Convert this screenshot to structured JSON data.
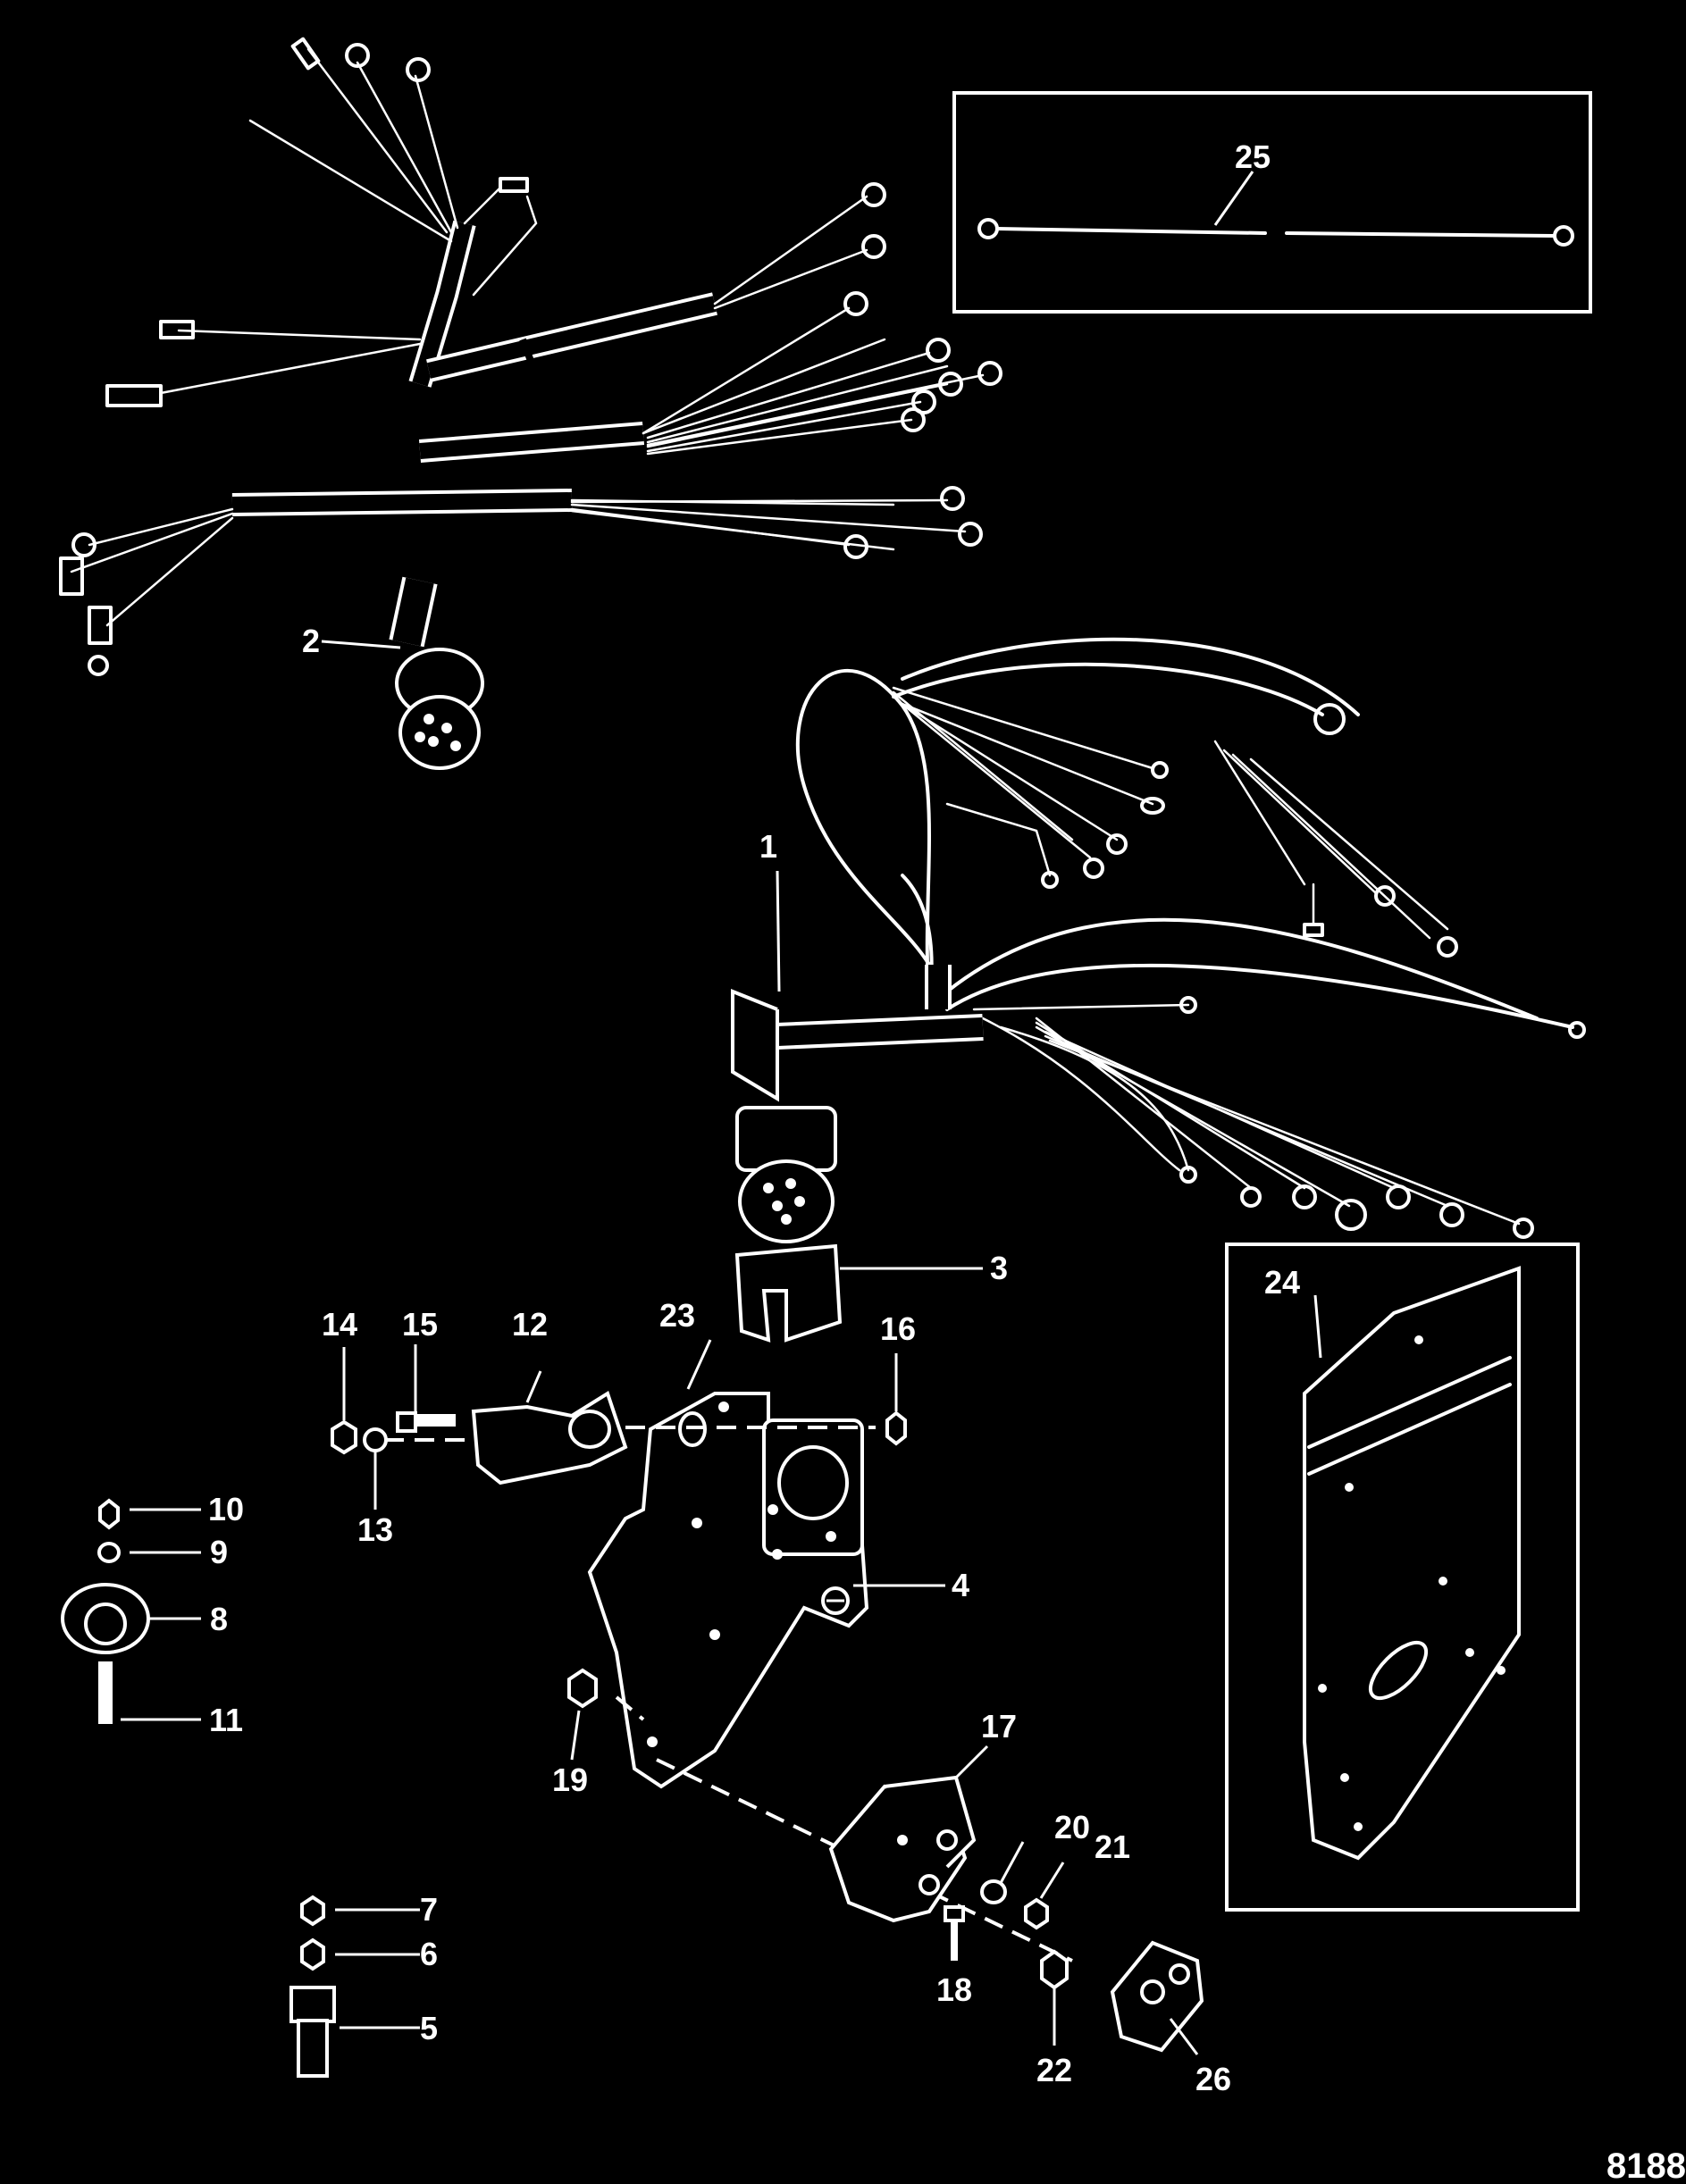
{
  "figure_number": "8188",
  "callouts": [
    {
      "id": "c1",
      "text": "1"
    },
    {
      "id": "c2",
      "text": "2"
    },
    {
      "id": "c3",
      "text": "3"
    },
    {
      "id": "c4",
      "text": "4"
    },
    {
      "id": "c5",
      "text": "5"
    },
    {
      "id": "c6",
      "text": "6"
    },
    {
      "id": "c7",
      "text": "7"
    },
    {
      "id": "c8",
      "text": "8"
    },
    {
      "id": "c9",
      "text": "9"
    },
    {
      "id": "c10",
      "text": "10"
    },
    {
      "id": "c11",
      "text": "11"
    },
    {
      "id": "c12",
      "text": "12"
    },
    {
      "id": "c13",
      "text": "13"
    },
    {
      "id": "c14",
      "text": "14"
    },
    {
      "id": "c15",
      "text": "15"
    },
    {
      "id": "c16",
      "text": "16"
    },
    {
      "id": "c17",
      "text": "17"
    },
    {
      "id": "c18",
      "text": "18"
    },
    {
      "id": "c19",
      "text": "19"
    },
    {
      "id": "c20",
      "text": "20"
    },
    {
      "id": "c21",
      "text": "21"
    },
    {
      "id": "c22",
      "text": "22"
    },
    {
      "id": "c23",
      "text": "23"
    },
    {
      "id": "c24",
      "text": "24"
    },
    {
      "id": "c25",
      "text": "25"
    },
    {
      "id": "c26",
      "text": "26"
    }
  ]
}
